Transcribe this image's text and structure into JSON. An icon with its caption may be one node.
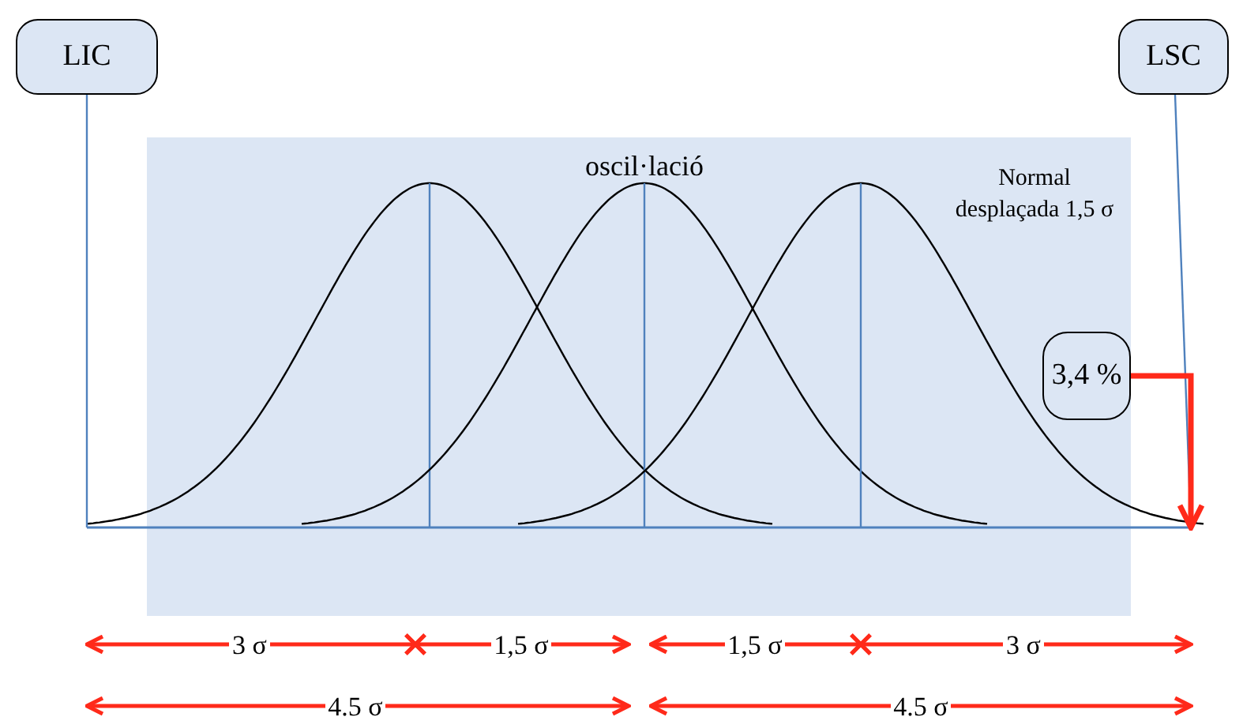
{
  "diagram": {
    "nodes": [
      {
        "text": [
          "LIC"
        ]
      },
      {
        "text": [
          "LSC"
        ]
      },
      {
        "text": [
          "3,4 %"
        ]
      }
    ],
    "edges": [
      {
        "from": 0,
        "to": null,
        "arrow": "none"
      },
      {
        "from": 1,
        "to": null,
        "arrow": "none"
      },
      {
        "from": 2,
        "to": null,
        "arrow": "to",
        "style": "thick",
        "color": "#ff2a1a"
      }
    ],
    "labels": [
      "oscil·lació",
      "Normal desplaçada 1,5 σ",
      "3 σ",
      "1,5 σ",
      "1,5 σ",
      "3 σ",
      "4.5 σ",
      "4.5 σ"
    ]
  }
}
